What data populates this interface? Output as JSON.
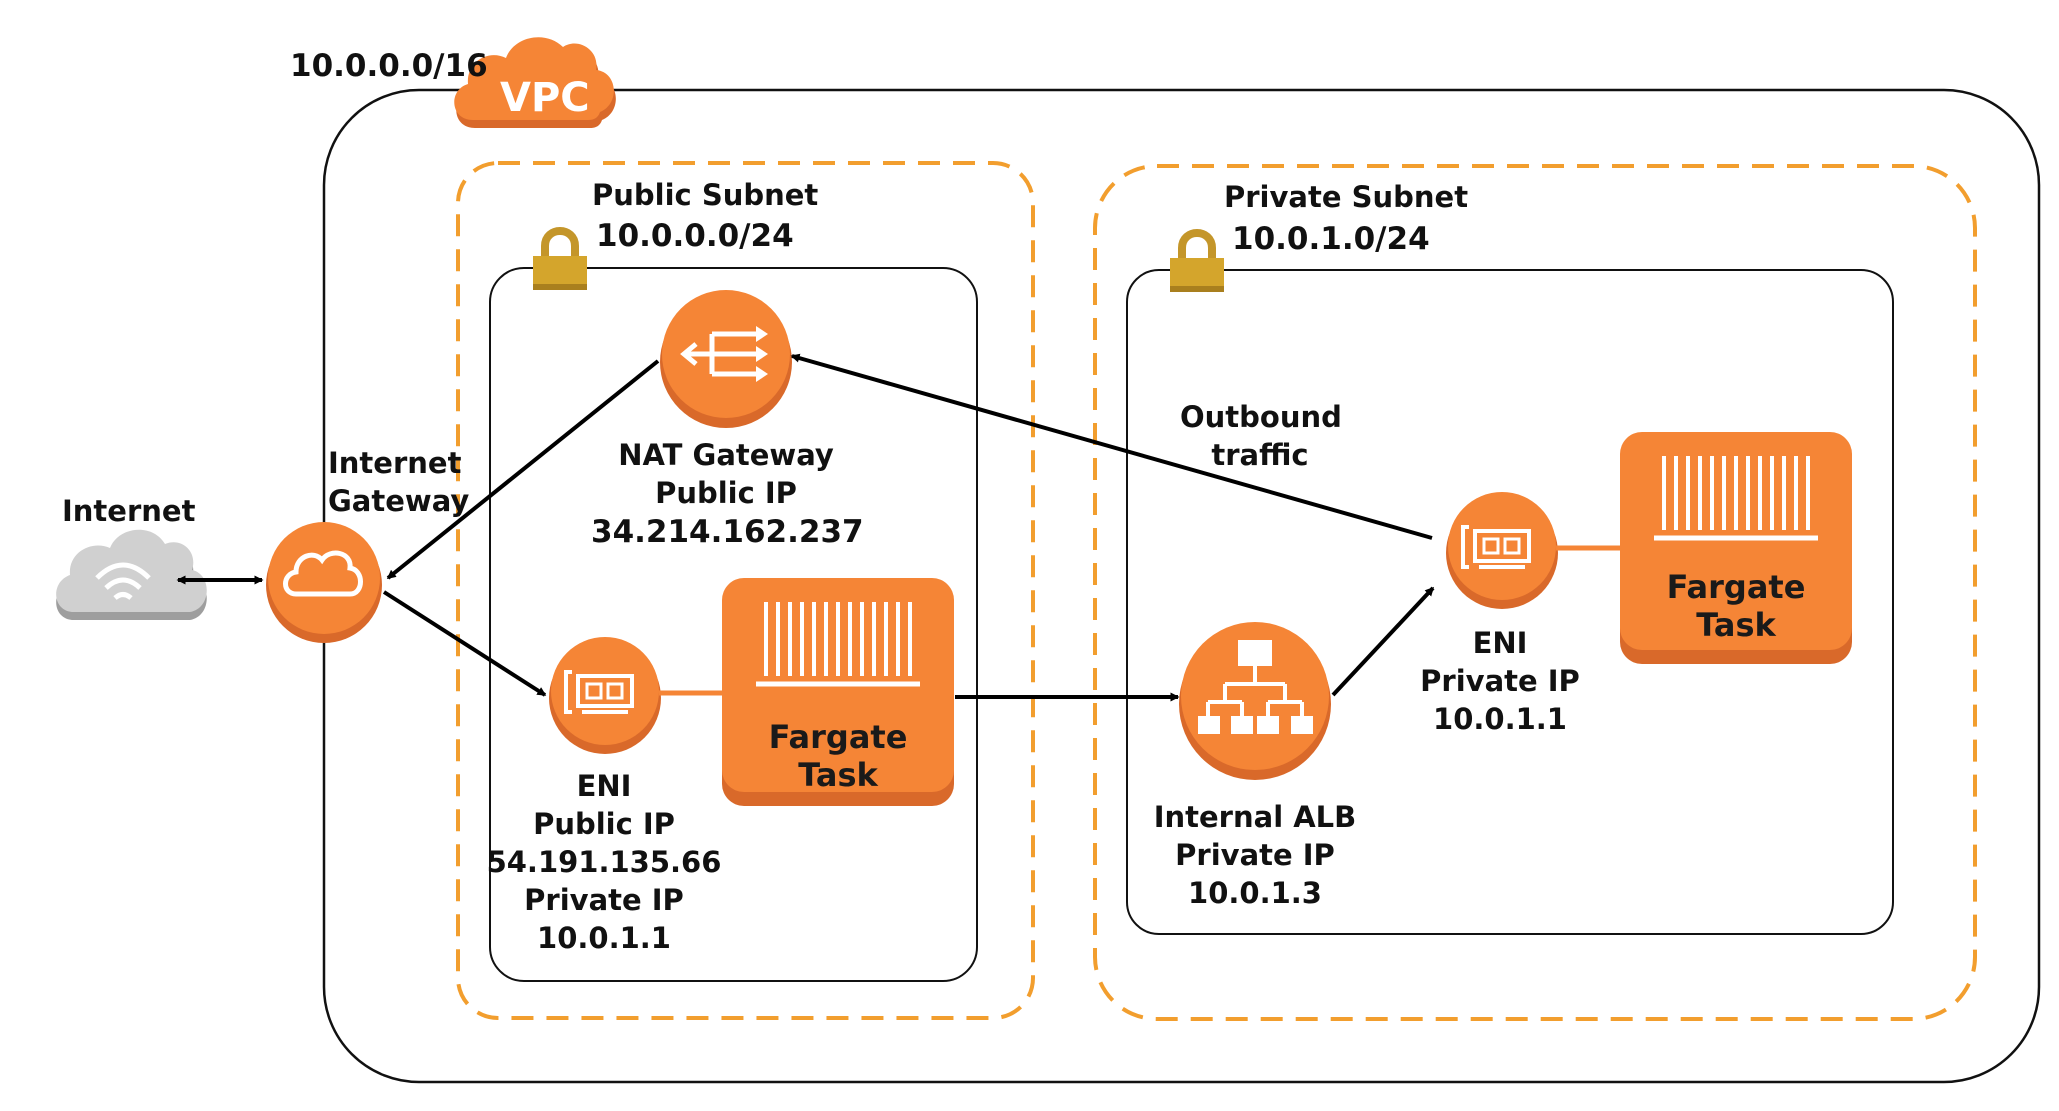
{
  "vpc": {
    "cidr": "10.0.0.0/16",
    "badge": "VPC"
  },
  "public_subnet": {
    "title": "Public Subnet",
    "cidr": "10.0.0.0/24"
  },
  "private_subnet": {
    "title": "Private Subnet",
    "cidr": "10.0.1.0/24"
  },
  "internet": {
    "label": "Internet"
  },
  "internet_gateway": {
    "label_line1": "Internet",
    "label_line2": "Gateway"
  },
  "nat_gateway": {
    "line1": "NAT Gateway",
    "line2": "Public IP",
    "line3": "34.214.162.237"
  },
  "public_eni": {
    "line1": "ENI",
    "line2": "Public IP",
    "line3": "54.191.135.66",
    "line4": "Private IP",
    "line5": "10.0.1.1"
  },
  "public_task": {
    "line1": "Fargate",
    "line2": "Task"
  },
  "internal_alb": {
    "line1": "Internal ALB",
    "line2": "Private IP",
    "line3": "10.0.1.3"
  },
  "private_eni": {
    "line1": "ENI",
    "line2": "Private IP",
    "line3": "10.0.1.1"
  },
  "private_task": {
    "line1": "Fargate",
    "line2": "Task"
  },
  "outbound": {
    "line1": "Outbound",
    "line2": "traffic"
  },
  "colors": {
    "orange": "#F58536",
    "orange_dark": "#D9692A",
    "dash": "#F29E2E",
    "lock": "#D4A52C",
    "cloud_gray": "#BDBDBD"
  }
}
